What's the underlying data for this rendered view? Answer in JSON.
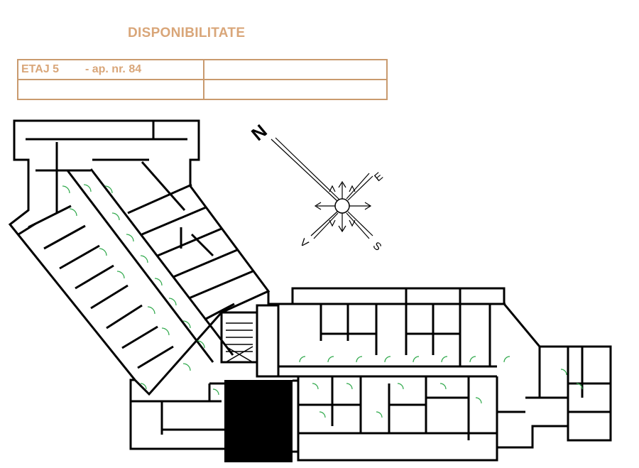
{
  "header": {
    "title": "DISPONIBILITATE"
  },
  "info_table": {
    "floor_label": "ETAJ 5",
    "apartment_label": "- ap. nr. 84"
  },
  "compass": {
    "north": "N",
    "east": "E",
    "south": "S",
    "west": "V"
  },
  "colors": {
    "accent": "#d9a679",
    "walls": "#000000",
    "doors": "#2ea84a"
  }
}
